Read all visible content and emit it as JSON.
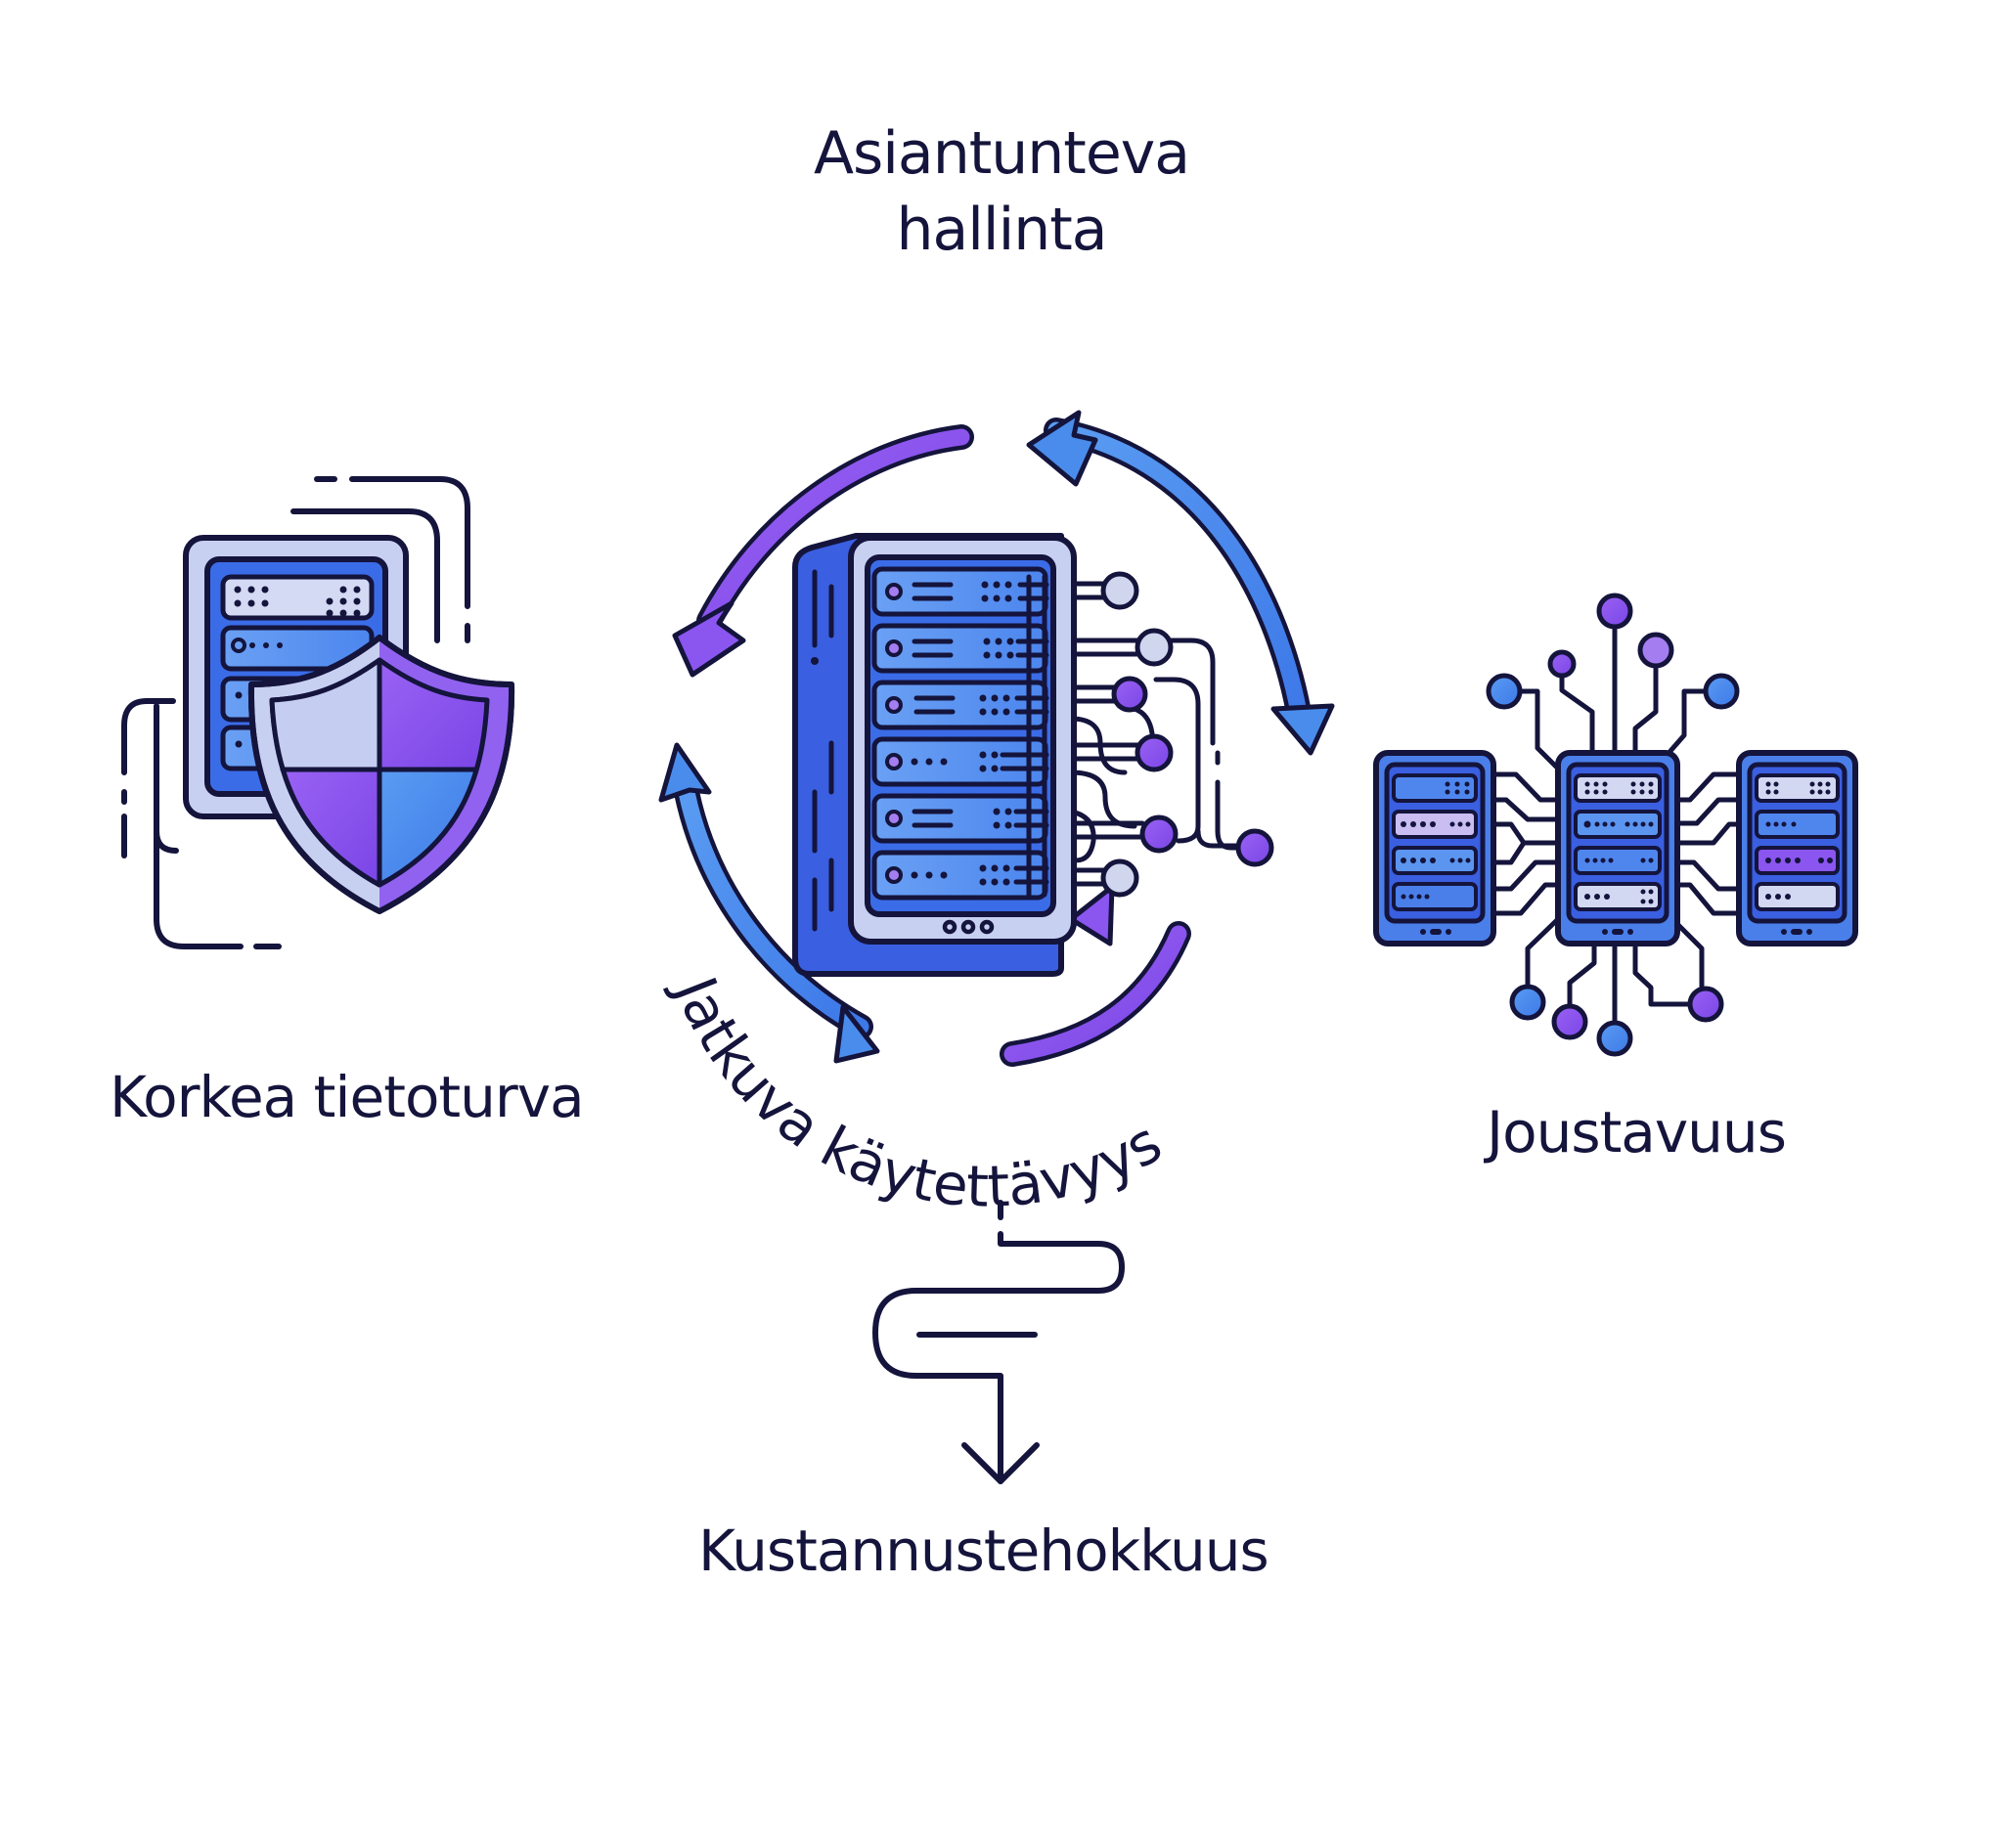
{
  "diagram": {
    "title_top": {
      "line1": "Asiantunteva",
      "line2": "hallinta"
    },
    "features": [
      {
        "id": "security",
        "label": "Korkea tietoturva",
        "icon": "server-shield-icon"
      },
      {
        "id": "availability",
        "label": "Jatkuva käytettävyys",
        "icon": "server-cycle-icon"
      },
      {
        "id": "flexibility",
        "label": "Joustavuus",
        "icon": "server-network-icon"
      },
      {
        "id": "cost",
        "label": "Kustannustehokkuus",
        "icon": "winding-arrow-down-icon"
      }
    ],
    "colors": {
      "outline": "#14143c",
      "purple": "#8b55f0",
      "blue": "#4a8cec",
      "deep_blue": "#3a5fe0",
      "lavender": "#c8d0f2",
      "node_light": "#cfd6ee"
    }
  }
}
